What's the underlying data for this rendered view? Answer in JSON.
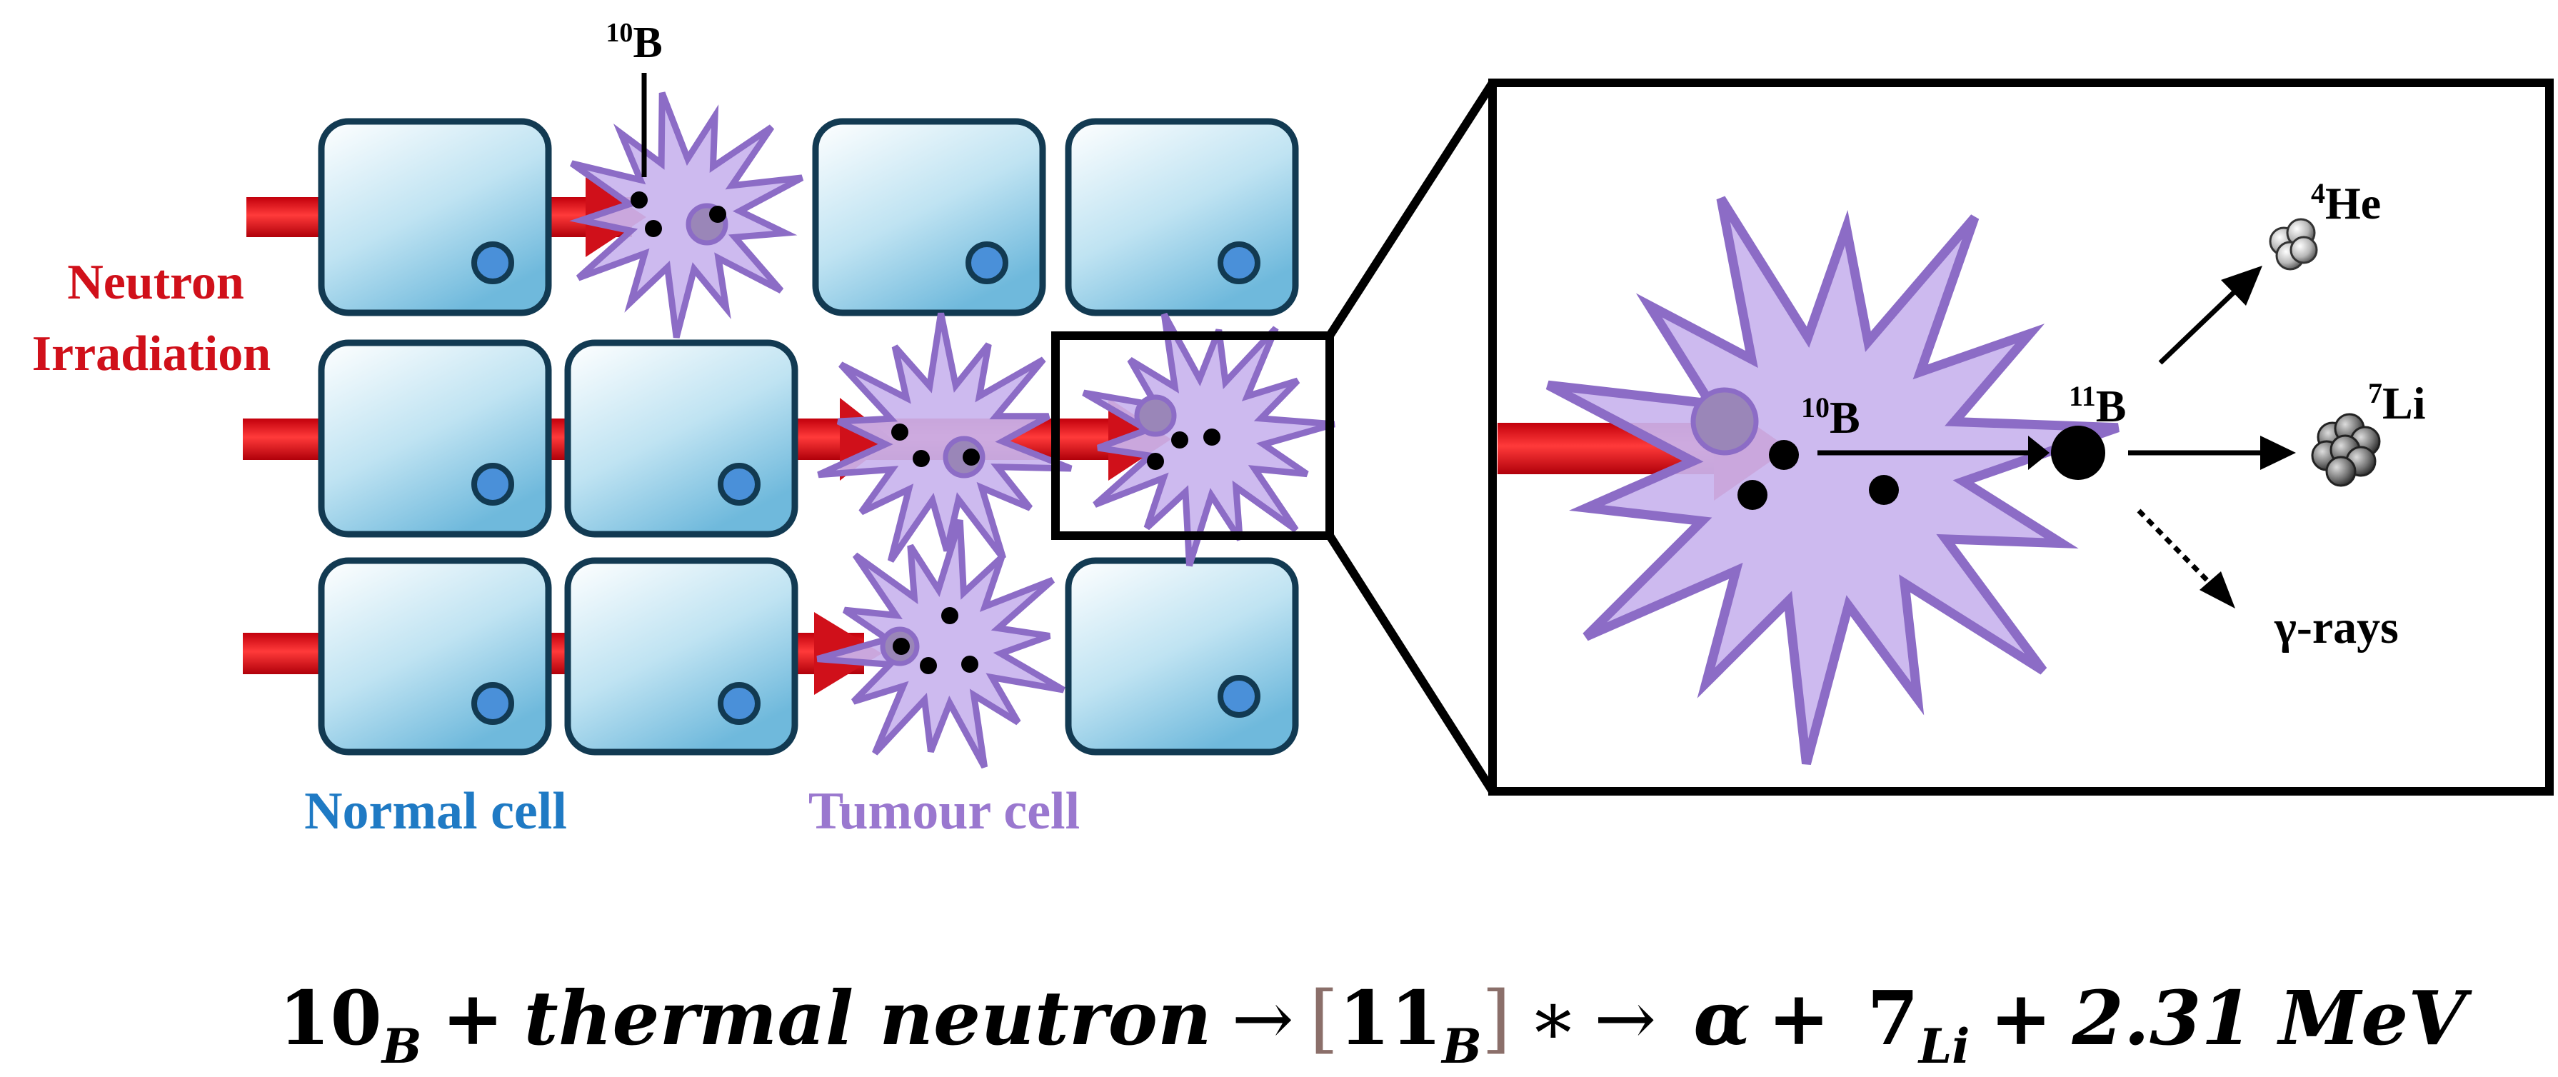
{
  "labels": {
    "neutron_line1": "Neutron",
    "neutron_line2": "Irradiation",
    "normal_cell": "Normal cell",
    "tumour_cell": "Tumour cell",
    "boron10_mass": "10",
    "boron_symbol": "B",
    "boron11_mass": "11",
    "helium_mass": "4",
    "helium_symbol": "He",
    "lithium_mass": "7",
    "lithium_symbol": "Li",
    "gamma": "γ-rays"
  },
  "equation": {
    "b10_num": "10",
    "b10_sub": "B",
    "plus1": "+",
    "thermal": "thermal neutron",
    "arrow1": "→",
    "bracket_open": "[",
    "b11_num": "11",
    "b11_sub": "B",
    "bracket_close": "]",
    "star": "∗",
    "arrow2": "→",
    "alpha": "α",
    "plus2": "+",
    "li_num": "7",
    "li_sub": "Li",
    "plus3": "+",
    "energy": "2.31 MeV"
  },
  "colors": {
    "neutron_red": "#d0101a",
    "normal_blue": "#1f7ac4",
    "cell_fill": "#a9d8ec",
    "cell_stroke": "#123a52",
    "nucleus_fill": "#4a90d9",
    "tumour_fill": "#c9b4ee",
    "tumour_stroke": "#8c6cc6",
    "tumour_label": "#9a78cf",
    "bracket": "#8b6f6a"
  }
}
